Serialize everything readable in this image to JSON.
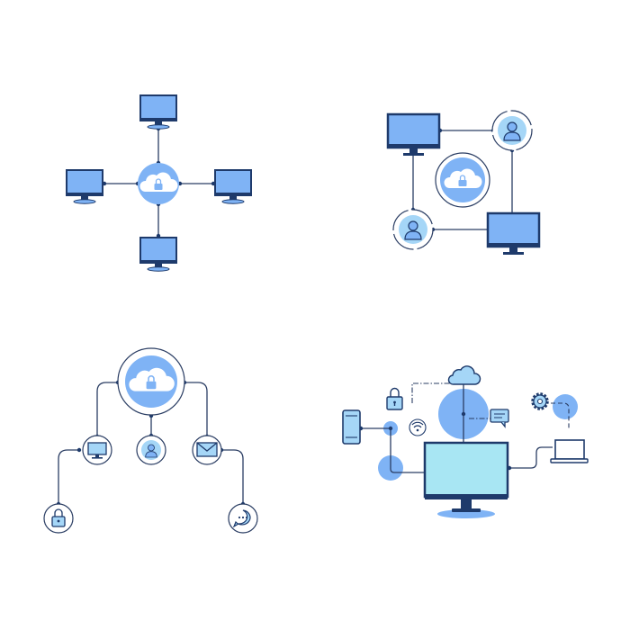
{
  "colors": {
    "navy": "#1e3a6b",
    "blue": "#7fb3f5",
    "light_blue": "#a5d6f7",
    "cyan": "#a8e6f3",
    "line": "#2a3d63",
    "white": "#ffffff"
  },
  "diagrams": [
    {
      "id": "star-network",
      "nodes": [
        "monitor-icon",
        "monitor-icon",
        "monitor-icon",
        "monitor-icon"
      ],
      "hub": "cloud-lock-icon"
    },
    {
      "id": "ring-network",
      "nodes": [
        "monitor-icon",
        "user-icon",
        "user-icon",
        "monitor-icon"
      ],
      "center": "cloud-lock-icon"
    },
    {
      "id": "tree-network",
      "root": "cloud-lock-icon",
      "children": [
        "monitor-icon",
        "user-icon",
        "mail-icon"
      ],
      "leaves": [
        "lock-icon",
        "chat-icon"
      ]
    },
    {
      "id": "device-network",
      "center": "desktop-monitor-icon",
      "peripherals": [
        "cloud-icon",
        "lock-icon",
        "phone-icon",
        "wifi-icon",
        "chat-icon",
        "gear-icon",
        "laptop-icon"
      ]
    }
  ]
}
